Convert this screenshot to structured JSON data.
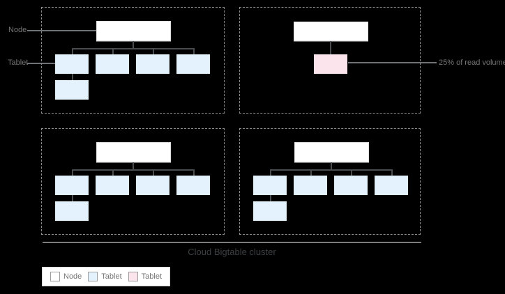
{
  "annotations": {
    "node_label": "Node",
    "tablet_label": "Tablet",
    "read_volume_label": "25% of read volume"
  },
  "cluster": {
    "label": "Cloud Bigtable cluster"
  },
  "legend": {
    "items": [
      {
        "label": "Node",
        "color": "#ffffff",
        "name": "legend-swatch-node"
      },
      {
        "label": "Tablet",
        "color": "#e3f2fd",
        "name": "legend-swatch-tablet"
      },
      {
        "label": "Tablet",
        "color": "#fce4ec",
        "name": "legend-swatch-hot-tablet"
      }
    ]
  },
  "colors": {
    "background": "#000000",
    "node_fill": "#ffffff",
    "tablet_fill": "#e3f2fd",
    "hot_tablet_fill": "#fce4ec",
    "connector": "#4a4d50",
    "leader_line": "#6f7377",
    "dashed_border": "#8a8a8a",
    "label_text": "#757575",
    "cluster_text": "#3c4043",
    "divider": "#7d7d7d",
    "legend_bg": "#ffffff"
  }
}
